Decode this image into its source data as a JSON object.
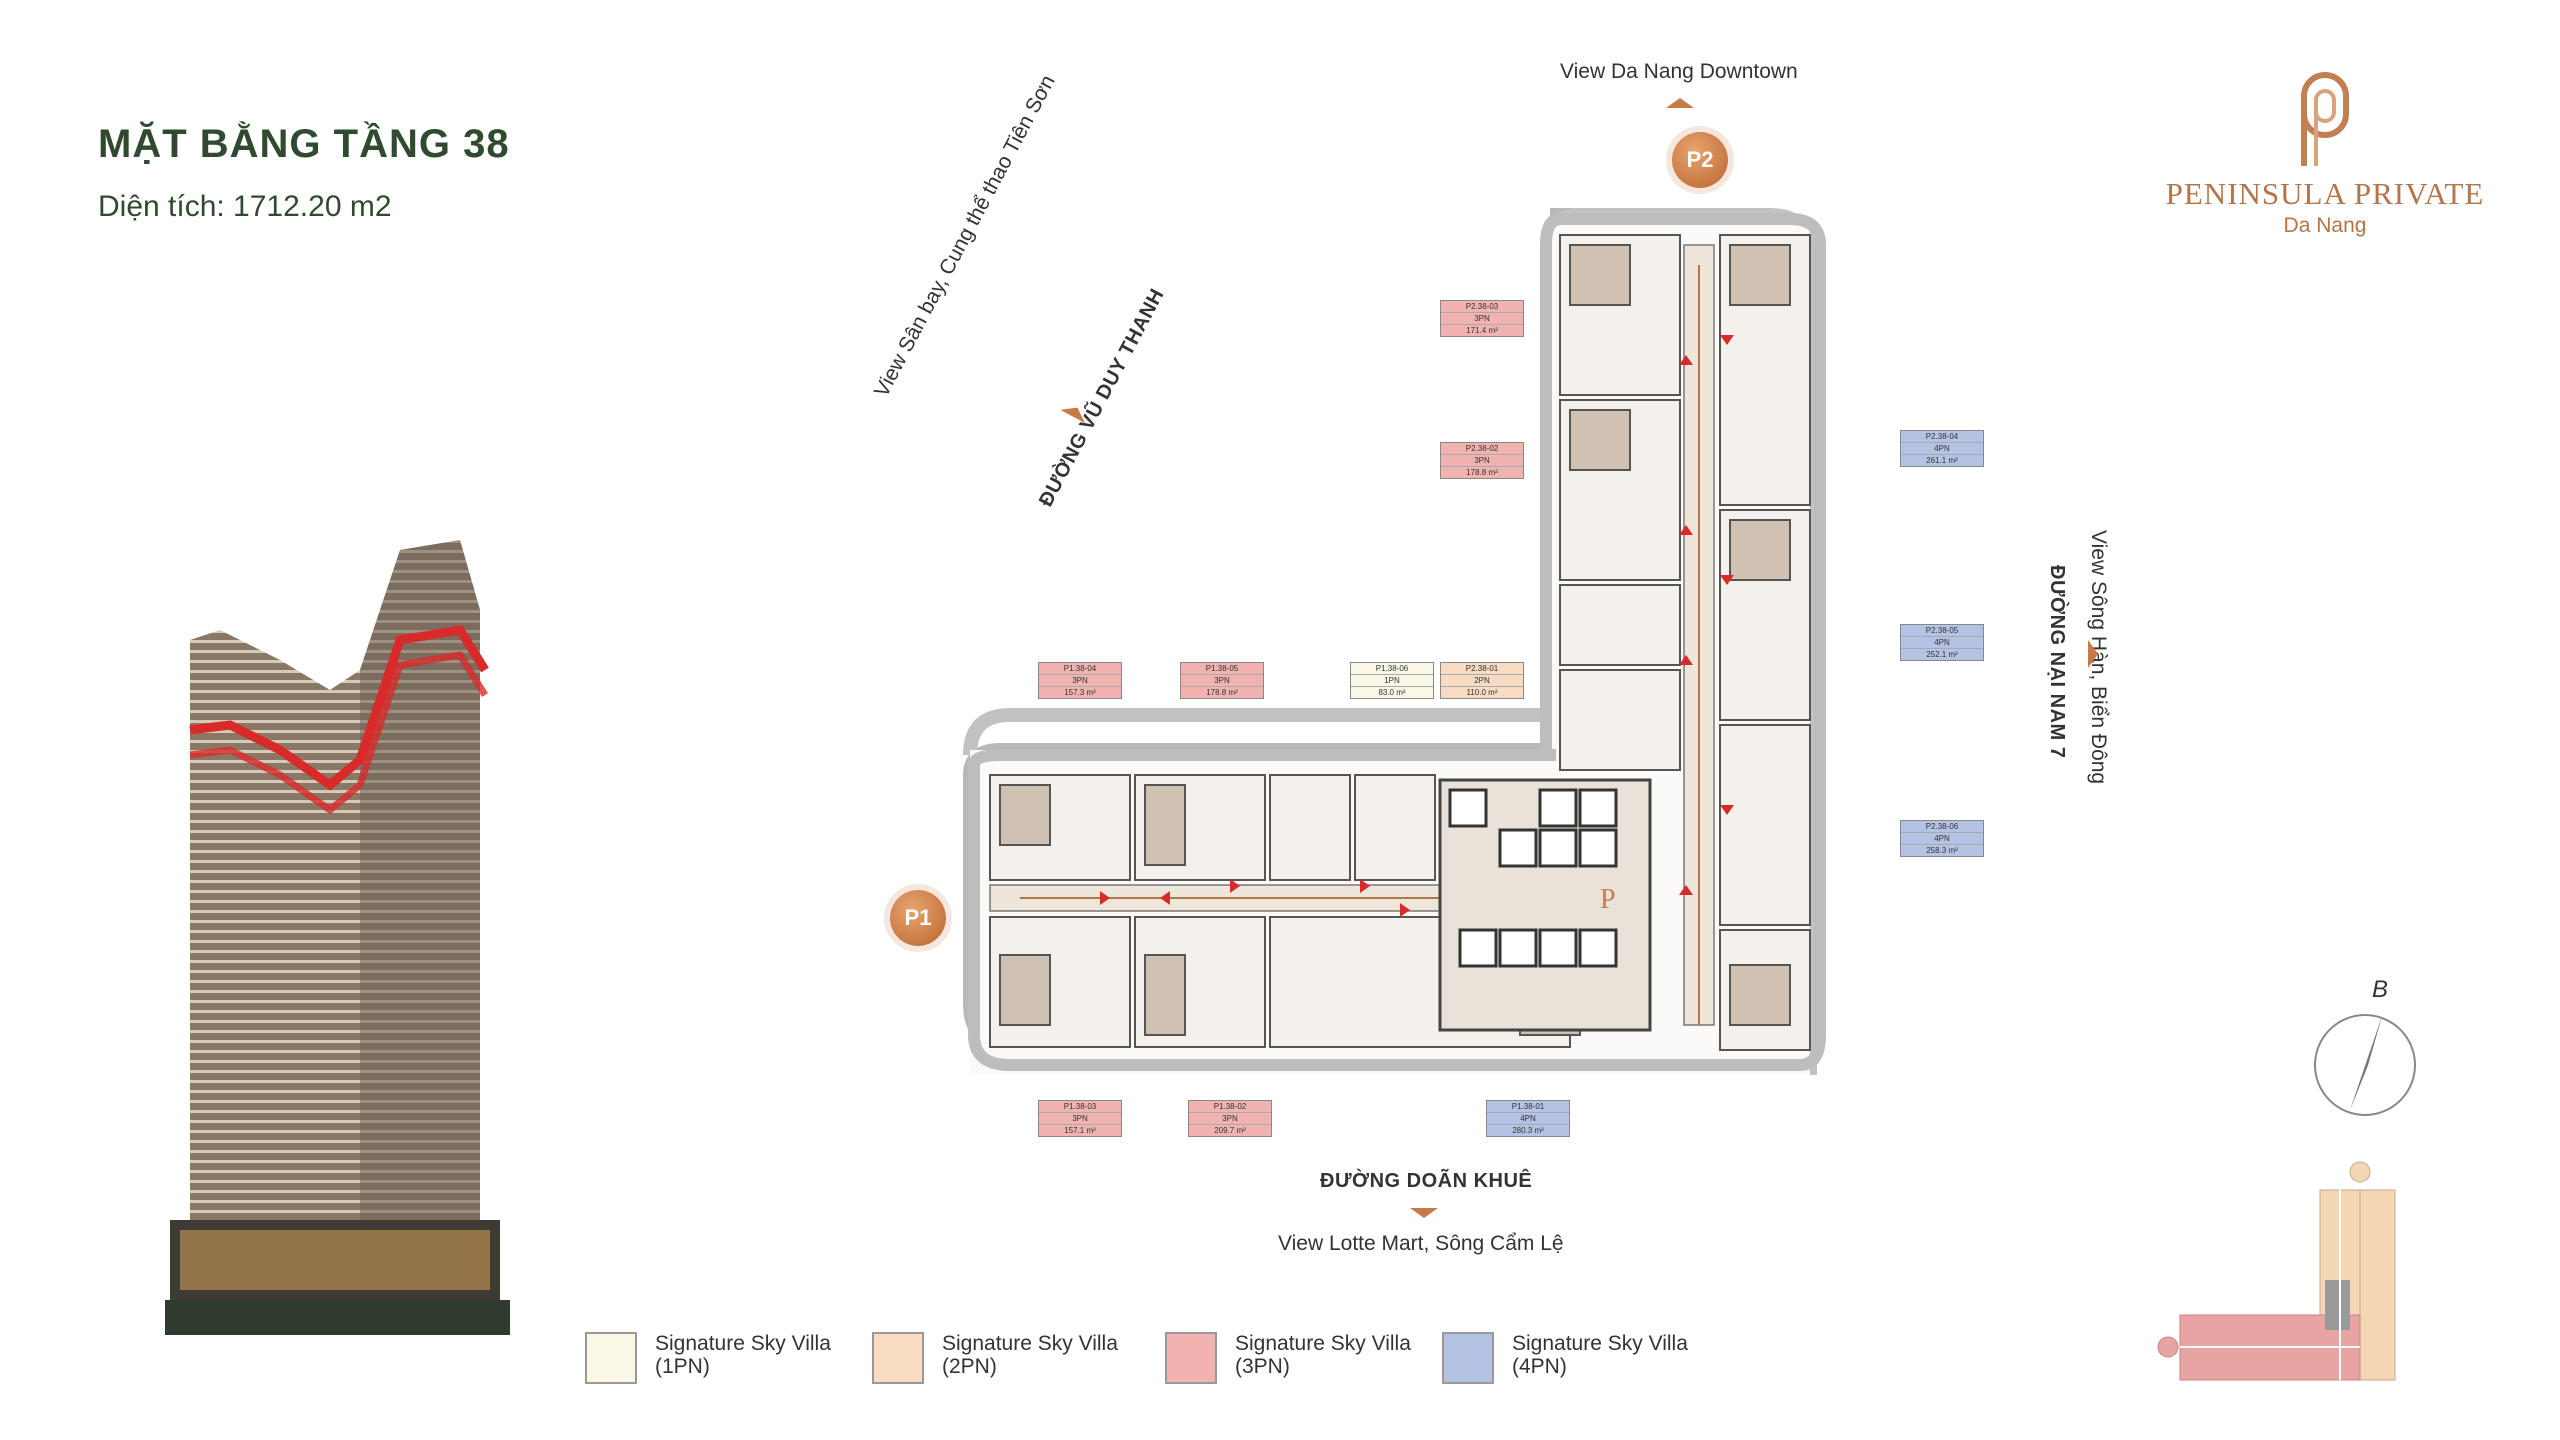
{
  "header": {
    "title": "MẶT BẰNG TẦNG 38",
    "area": "Diện tích: 1712.20 m2"
  },
  "logo": {
    "name": "PENINSULA PRIVATE",
    "city": "Da Nang",
    "icon": "peninsula-p-logo",
    "color": "#b5744a"
  },
  "directions": {
    "top": "View Da Nang Downtown",
    "left_view": "View Sân bay, Cung thể thao Tiên Sơn",
    "left_street": "ĐƯỜNG VŨ DUY THANH",
    "right_view": "View Sông Hàn, Biển Đông",
    "right_street": "ĐƯỜNG NẠI NAM 7",
    "bottom_street": "ĐƯỜNG DOÃN KHUÊ",
    "bottom_view": "View Lotte Mart, Sông Cẩm Lệ"
  },
  "markers": {
    "p1": "P1",
    "p2": "P2"
  },
  "compass": {
    "label": "B"
  },
  "units": [
    {
      "code": "P2.38-03",
      "type": "3PN",
      "area": "171.4 m²",
      "cls": "c3"
    },
    {
      "code": "P2.38-02",
      "type": "3PN",
      "area": "178.8 m²",
      "cls": "c3"
    },
    {
      "code": "P2.38-04",
      "type": "4PN",
      "area": "261.1 m²",
      "cls": "c4"
    },
    {
      "code": "P2.38-05",
      "type": "4PN",
      "area": "252.1 m²",
      "cls": "c4"
    },
    {
      "code": "P2.38-06",
      "type": "4PN",
      "area": "258.3 m²",
      "cls": "c4"
    },
    {
      "code": "P1.38-04",
      "type": "3PN",
      "area": "157.3 m²",
      "cls": "c3"
    },
    {
      "code": "P1.38-05",
      "type": "3PN",
      "area": "178.8 m²",
      "cls": "c3"
    },
    {
      "code": "P1.38-06",
      "type": "1PN",
      "area": "83.0 m²",
      "cls": "c1"
    },
    {
      "code": "P2.38-01",
      "type": "2PN",
      "area": "110.0 m²",
      "cls": "c2"
    },
    {
      "code": "P1.38-03",
      "type": "3PN",
      "area": "157.1 m²",
      "cls": "c3"
    },
    {
      "code": "P1.38-02",
      "type": "3PN",
      "area": "209.7 m²",
      "cls": "c3"
    },
    {
      "code": "P1.38-01",
      "type": "4PN",
      "area": "280.3 m²",
      "cls": "c4"
    }
  ],
  "legend": [
    {
      "line1": "Signature Sky Villa",
      "line2": "(1PN)",
      "color": "#fbf7e6"
    },
    {
      "line1": "Signature Sky Villa",
      "line2": "(2PN)",
      "color": "#f7dcc3"
    },
    {
      "line1": "Signature Sky Villa",
      "line2": "(3PN)",
      "color": "#f0b3b0"
    },
    {
      "line1": "Signature Sky Villa",
      "line2": "(4PN)",
      "color": "#b4c3e3"
    }
  ],
  "colors": {
    "title": "#2f4a2e",
    "accent": "#c77a45",
    "highlight": "#d92a2a"
  }
}
